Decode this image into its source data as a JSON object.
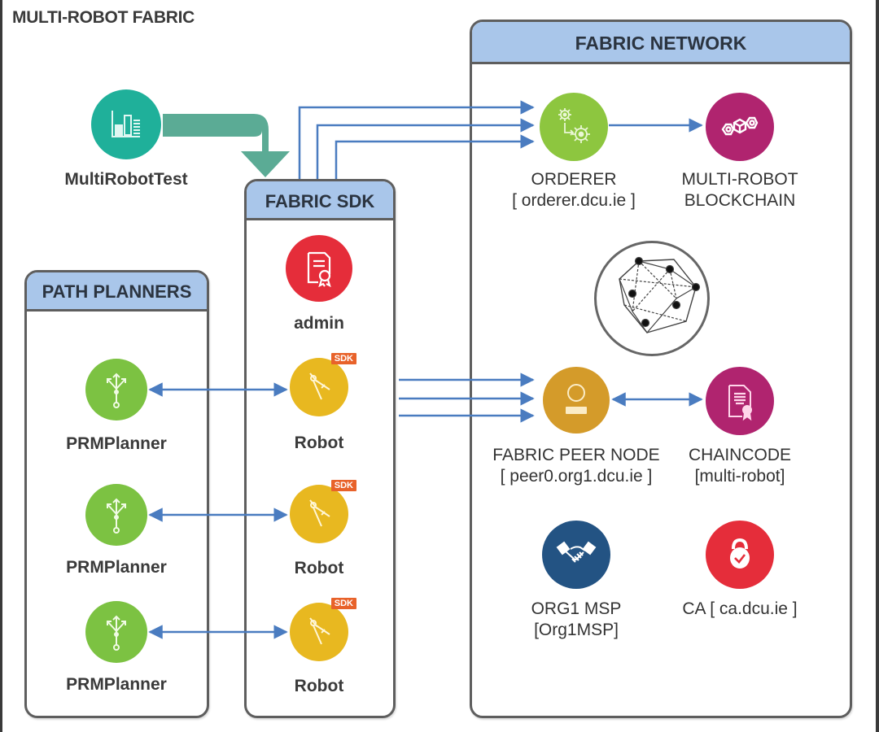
{
  "title": "MULTI-ROBOT FABRIC",
  "panels": {
    "path_planners": "PATH PLANNERS",
    "fabric_sdk": "FABRIC SDK",
    "fabric_network": "FABRIC NETWORK"
  },
  "colors": {
    "panel_header": "#a9c6ea",
    "panel_border": "#5e5e5e",
    "arrow_blue": "#4a7cc0",
    "flow_arrow_teal": "#5bab95",
    "test_teal": "#1fb09a",
    "planner_green": "#7cc242",
    "robot_yellow": "#e8b820",
    "admin_red": "#e52d3a",
    "orderer_green": "#8dc63f",
    "blockchain_magenta": "#b0246f",
    "peer_gold": "#d49b2a",
    "chaincode_magenta": "#b0246f",
    "msp_navy": "#235383",
    "ca_red": "#e52d3a",
    "sdk_badge": "#e8622a"
  },
  "nodes": {
    "multirobot_test": {
      "label": "MultiRobotTest",
      "icon": "bar-chart-icon"
    },
    "admin": {
      "label": "admin",
      "icon": "certificate-icon"
    },
    "robots": [
      {
        "label": "Robot",
        "badge": "SDK",
        "icon": "compass-icon"
      },
      {
        "label": "Robot",
        "badge": "SDK",
        "icon": "compass-icon"
      },
      {
        "label": "Robot",
        "badge": "SDK",
        "icon": "compass-icon"
      }
    ],
    "planners": [
      {
        "label": "PRMPlanner",
        "icon": "branching-arrows-icon"
      },
      {
        "label": "PRMPlanner",
        "icon": "branching-arrows-icon"
      },
      {
        "label": "PRMPlanner",
        "icon": "branching-arrows-icon"
      }
    ],
    "orderer": {
      "label": "ORDERER",
      "sub": "[ orderer.dcu.ie ]",
      "icon": "gears-icon"
    },
    "blockchain": {
      "label": "MULTI-ROBOT",
      "sub": "BLOCKCHAIN",
      "icon": "blockchain-icon"
    },
    "hyperledger": {
      "icon": "hyperledger-logo-icon"
    },
    "peer": {
      "label": "FABRIC PEER NODE",
      "sub": "[ peer0.org1.dcu.ie ]",
      "icon": "user-icon"
    },
    "chaincode": {
      "label": "CHAINCODE",
      "sub": "[multi-robot]",
      "icon": "document-seal-icon"
    },
    "msp": {
      "label": "ORG1 MSP",
      "sub": "[Org1MSP]",
      "icon": "handshake-icon"
    },
    "ca": {
      "label": "CA [ ca.dcu.ie ]",
      "icon": "lock-check-icon"
    }
  }
}
